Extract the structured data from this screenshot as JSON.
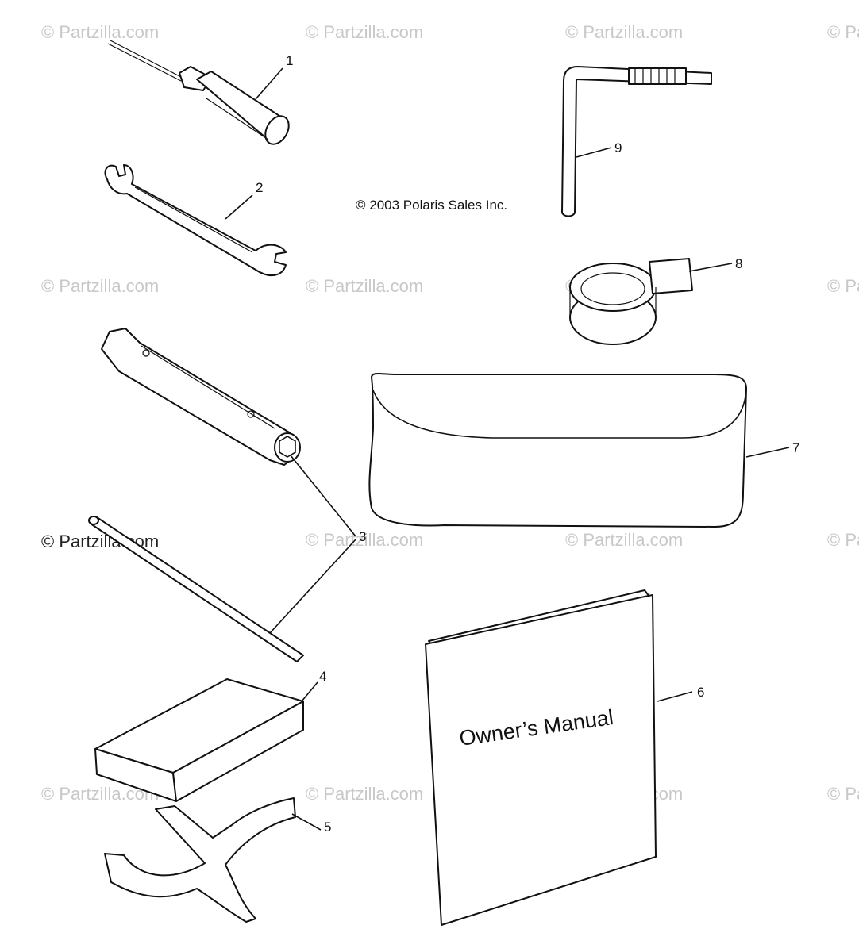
{
  "watermark": "© Partzilla.com",
  "copyright": "© 2003 Polaris Sales Inc.",
  "manual_cover_title": "Owner’s Manual",
  "callouts": [
    "1",
    "2",
    "3",
    "4",
    "5",
    "6",
    "7",
    "8",
    "9"
  ]
}
